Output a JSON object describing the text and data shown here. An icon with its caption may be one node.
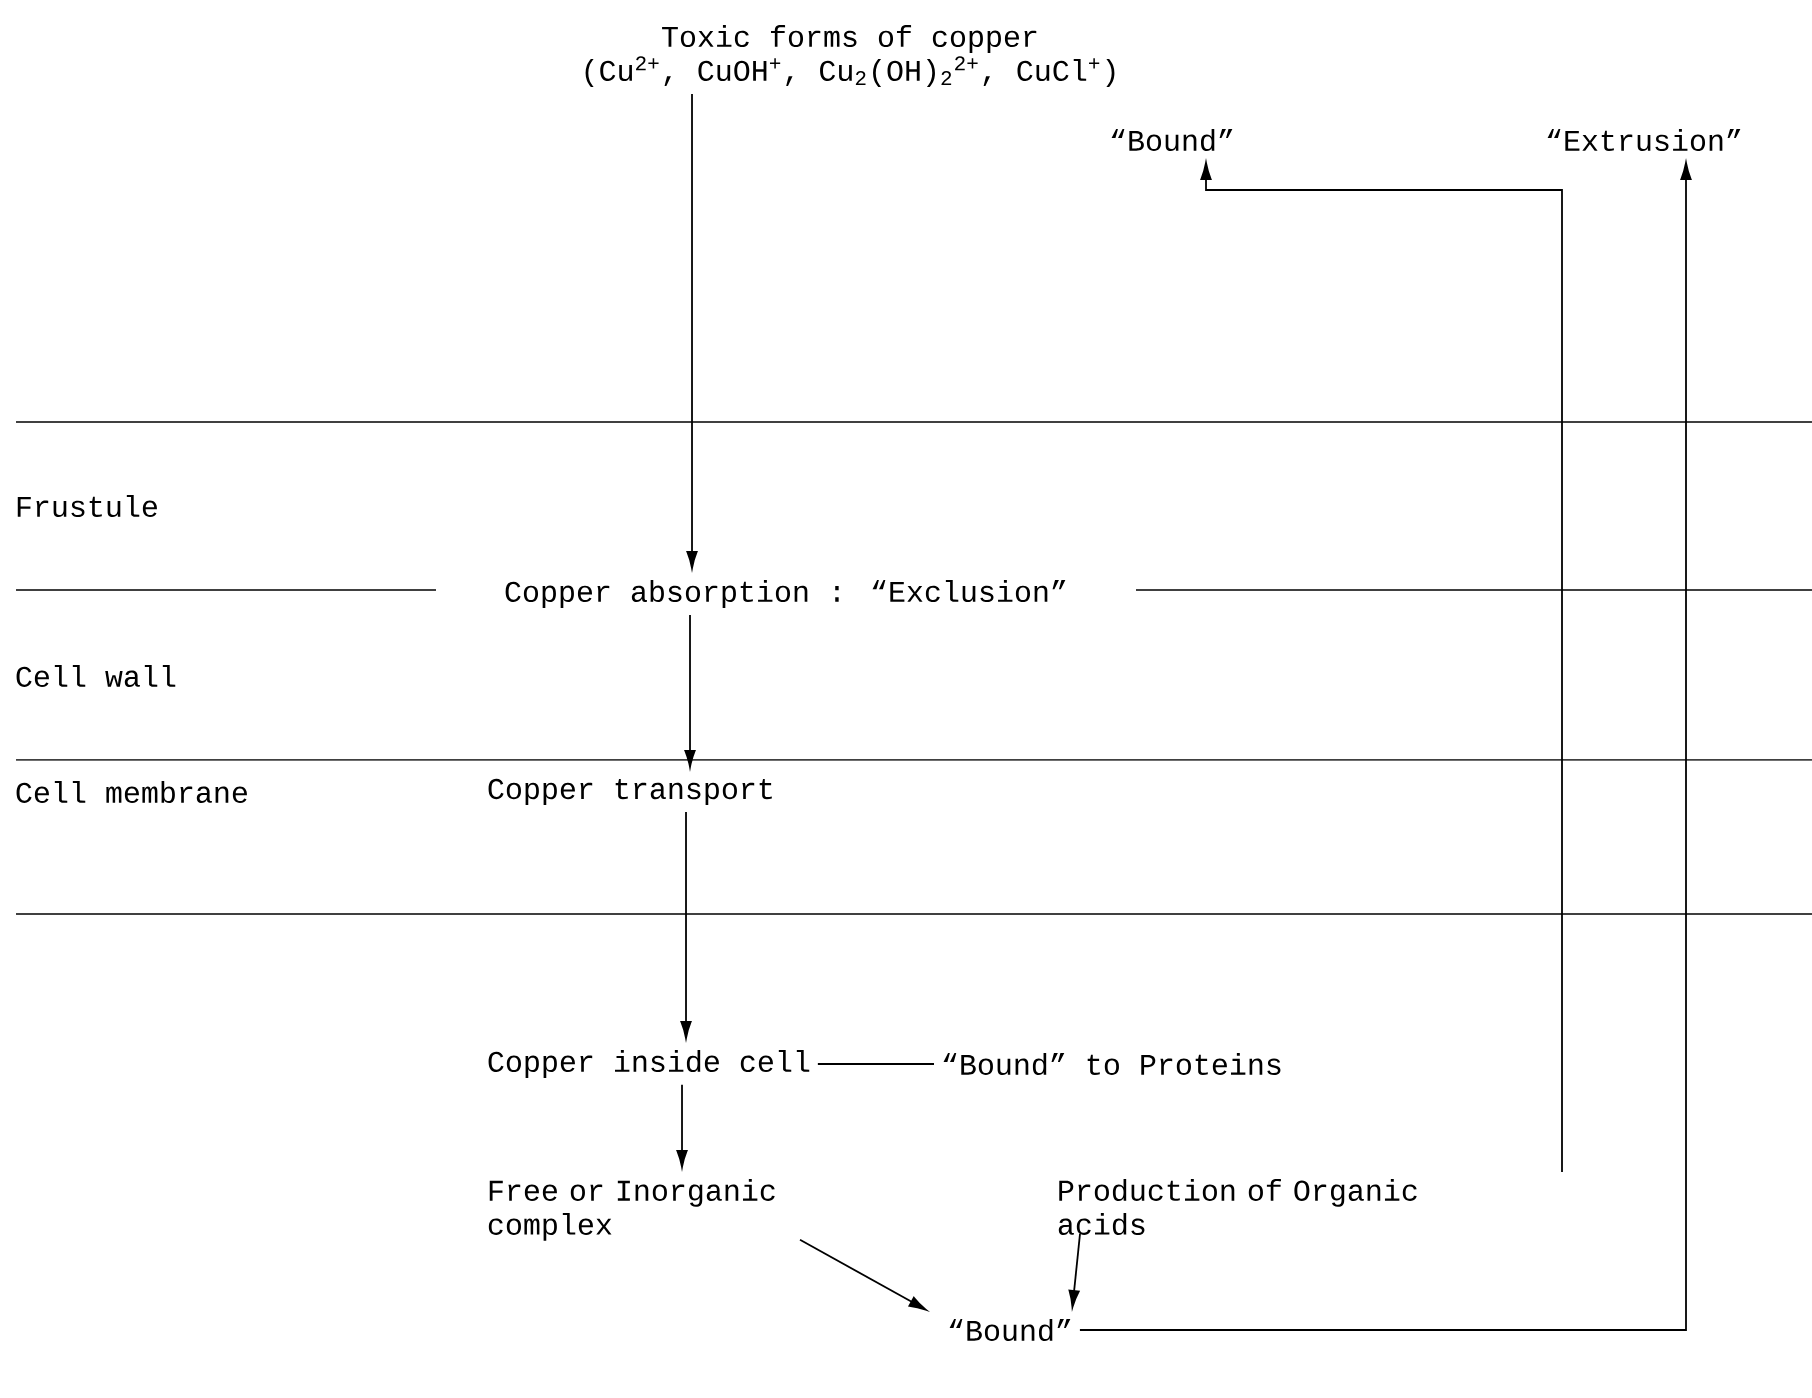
{
  "diagram": {
    "nodes": [
      {
        "text": [
          "Toxic forms of copper",
          "(Cu$^{2+}$, CuOH$^{+}$, Cu$_{2}$(OH)$_{2}$$^{2+}$, CuCl$^{+}$)"
        ]
      },
      {
        "text": [
          "“Bound”"
        ]
      },
      {
        "text": [
          "“Extrusion”"
        ]
      },
      {
        "text": [
          "Copper absorption : “Exclusion”"
        ]
      },
      {
        "text": [
          "Copper transport"
        ]
      },
      {
        "text": [
          "Copper inside cell"
        ]
      },
      {
        "text": [
          "“Bound” to Proteins"
        ]
      },
      {
        "text": [
          "Free or Inorganic complex"
        ]
      },
      {
        "text": [
          "Production of Organic acids"
        ]
      },
      {
        "text": [
          "“Bound”"
        ]
      }
    ],
    "edges": [
      {
        "from": 0,
        "to": 3,
        "arrow": "to"
      },
      {
        "from": 3,
        "to": 4,
        "arrow": "to"
      },
      {
        "from": 4,
        "to": 5,
        "arrow": "to"
      },
      {
        "from": 5,
        "to": 6,
        "arrow": "none"
      },
      {
        "from": 5,
        "to": 7,
        "arrow": "to"
      },
      {
        "from": 7,
        "to": 9,
        "arrow": "to"
      },
      {
        "from": 8,
        "to": 9,
        "arrow": "to"
      },
      {
        "from": 8,
        "to": 1,
        "arrow": "to"
      },
      {
        "from": 9,
        "to": 2,
        "arrow": "to"
      }
    ],
    "labels": [
      "Frustule",
      "Cell wall",
      "Cell membrane"
    ]
  }
}
